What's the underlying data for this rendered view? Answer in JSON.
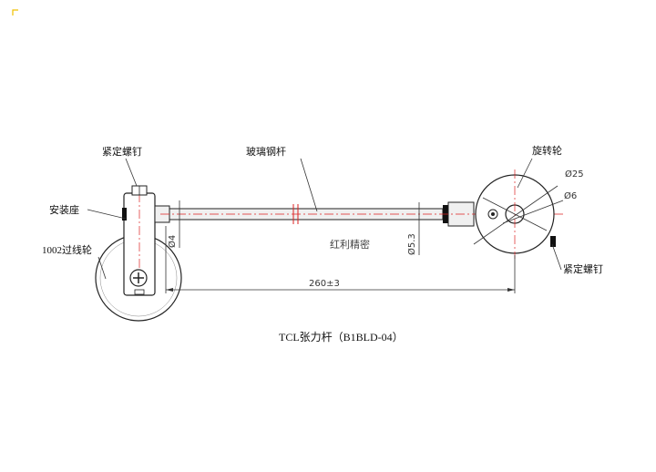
{
  "labels": {
    "set_screw_left": "紧定螺钉",
    "mount_base": "安装座",
    "guide_wheel": "1002过线轮",
    "glass_fiber_rod": "玻璃钢杆",
    "rotating_wheel": "旋转轮",
    "set_screw_right": "紧定螺钉"
  },
  "dimensions": {
    "rod_diameter": "Ø4",
    "tube_diameter": "Ø5.3",
    "wheel_diameter": "Ø25",
    "hole_diameter": "Ø6",
    "length": "260±3"
  },
  "watermark": "红利精密",
  "title": "TCL张力杆（B1BLD-04）",
  "colors": {
    "line": "#222222",
    "centerline": "#dd2222",
    "rod_fill": "#f0f0f0",
    "wheel_fill": "#ffffff",
    "dark_tip": "#111111"
  }
}
